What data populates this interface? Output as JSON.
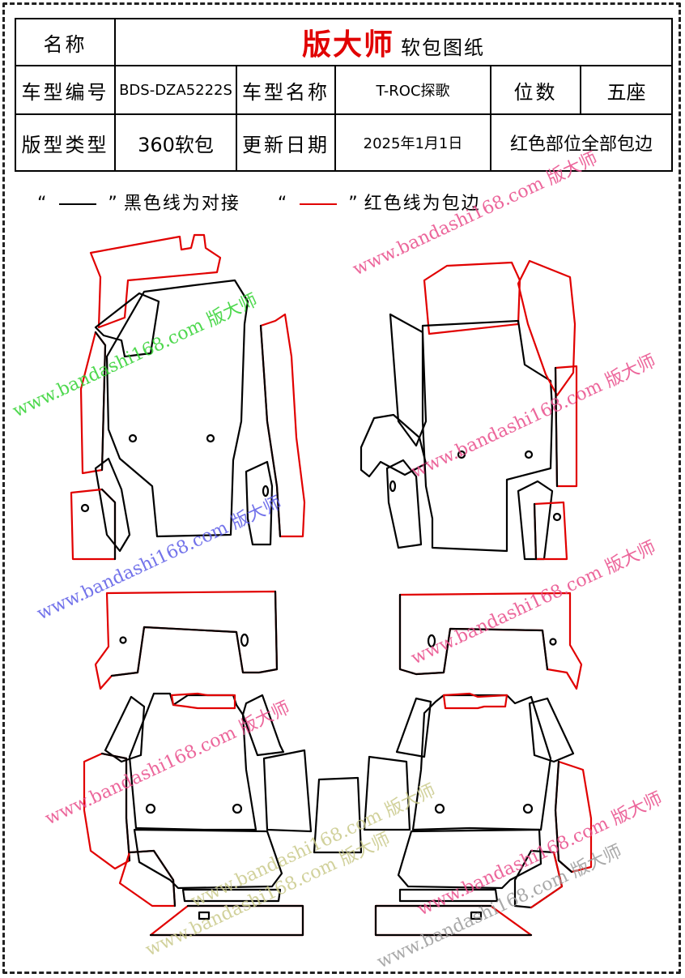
{
  "header": {
    "name_label": "名称",
    "brand": "版大师",
    "brand_sub": "软包图纸",
    "model_code_label": "车型编号",
    "model_code": "BDS-DZA5222S",
    "model_name_label": "车型名称",
    "model_name": "T-ROC探歌",
    "seats_label": "位数",
    "seats": "五座",
    "style_type_label": "版型类型",
    "style_type": "360软包",
    "update_label": "更新日期",
    "update_date": "2025年1月1日",
    "note": "红色部位全部包边"
  },
  "legend": {
    "black_quote_open": "“",
    "black_quote_close": "”",
    "black_text": "黑色线为对接",
    "red_quote_open": "“",
    "red_quote_close": "”",
    "red_text": "红色线为包边",
    "black_color": "#000000",
    "red_color": "#e10000"
  },
  "watermarks": [
    {
      "text": "www.bandashi168.com 版大师",
      "color": "#2fd12f"
    },
    {
      "text": "www.bandashi168.com 版大师",
      "color": "#e94b8a"
    },
    {
      "text": "www.bandashi168.com 版大师",
      "color": "#5a5ae6"
    },
    {
      "text": "www.bandashi168.com 版大师",
      "color": "#e94b8a"
    },
    {
      "text": "www.bandashi168.com 版大师",
      "color": "#e94b8a"
    },
    {
      "text": "www.bandashi168.com 版大师",
      "color": "#e94b8a"
    },
    {
      "text": "www.bandashi168.com 版大师",
      "color": "#e94b8a"
    },
    {
      "text": "www.bandashi168.com 版大师",
      "color": "#c9c98a"
    },
    {
      "text": "www.bandashi168.com 版大师",
      "color": "#9a9a9a"
    },
    {
      "text": "www.bandashi168.com 版大师",
      "color": "#c9c98a"
    }
  ]
}
